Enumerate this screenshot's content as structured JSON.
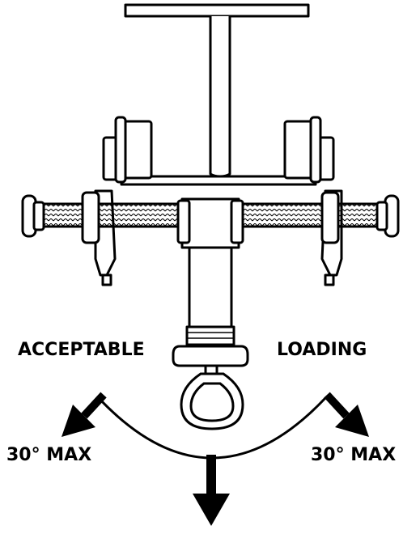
{
  "labels": {
    "acceptable": "ACCEPTABLE",
    "loading": "LOADING",
    "left_max": "30° MAX",
    "right_max": "30° MAX"
  },
  "icons": {
    "main": "beam-trolley-anchor-icon",
    "left_arrow": "arrow-down-left-icon",
    "right_arrow": "arrow-down-right-icon",
    "down_arrow": "arrow-down-icon"
  },
  "colors": {
    "stroke": "#000000",
    "fill": "#ffffff"
  },
  "angle_limit_degrees": 30
}
